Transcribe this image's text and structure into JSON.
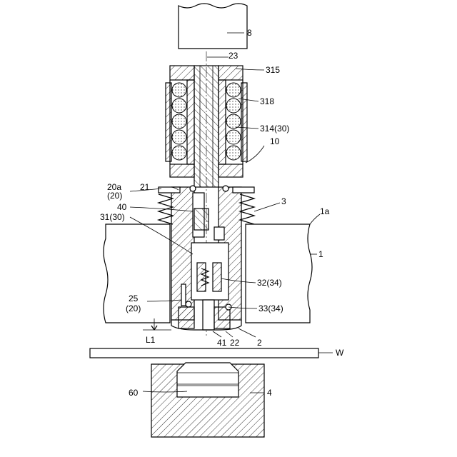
{
  "labels": {
    "l8": "8",
    "l23": "23",
    "l315": "315",
    "l318": "318",
    "l314": "314(30)",
    "l10": "10",
    "l20a": "20a",
    "l20a_sub": "(20)",
    "l21": "21",
    "l3": "3",
    "l1a": "1a",
    "l40": "40",
    "l31": "31(30)",
    "l1": "1",
    "l32": "32(34)",
    "l25": "25",
    "l25_sub": "(20)",
    "l33": "33(34)",
    "lL1": "L1",
    "l41": "41",
    "l22": "22",
    "l2": "2",
    "lW": "W",
    "l60": "60",
    "l4": "4"
  }
}
